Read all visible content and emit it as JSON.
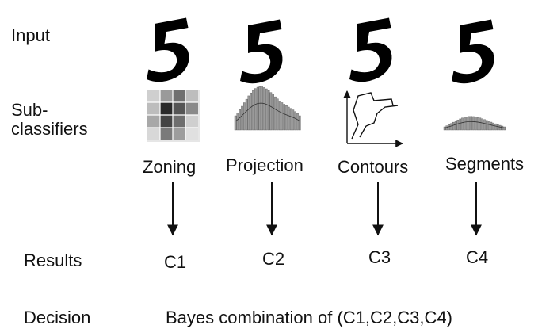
{
  "rows": {
    "input": "Input",
    "subclassifiers_line1": "Sub-",
    "subclassifiers_line2": "classifiers",
    "results": "Results",
    "decision": "Decision"
  },
  "input_digit": "5",
  "methods": [
    {
      "name": "Zoning",
      "result": "C1"
    },
    {
      "name": "Projection",
      "result": "C2"
    },
    {
      "name": "Contours",
      "result": "C3"
    },
    {
      "name": "Segments",
      "result": "C4"
    }
  ],
  "decision_text": "Bayes combination of (C1,C2,C3,C4)",
  "colors": {
    "ink": "#111111",
    "gray_dark": "#3a3a3a",
    "gray_mid": "#8a8a8a",
    "gray_light": "#cfcfcf"
  }
}
